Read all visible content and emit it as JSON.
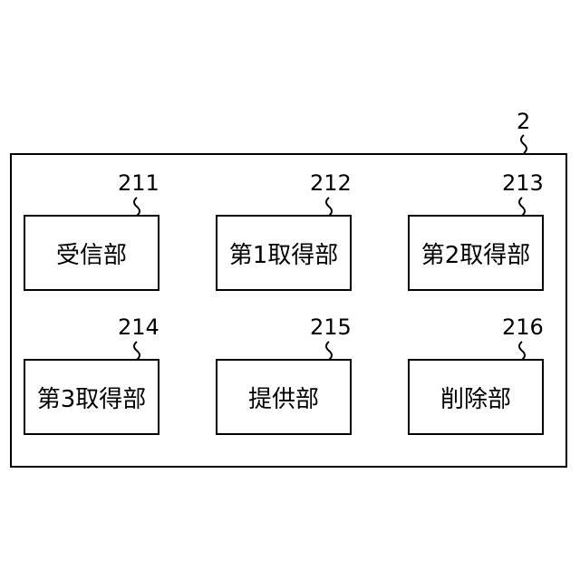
{
  "device": {
    "ref": "2"
  },
  "blocks": [
    {
      "label": "受信部",
      "ref": "211"
    },
    {
      "label": "第1取得部",
      "ref": "212"
    },
    {
      "label": "第2取得部",
      "ref": "213"
    },
    {
      "label": "第3取得部",
      "ref": "214"
    },
    {
      "label": "提供部",
      "ref": "215"
    },
    {
      "label": "削除部",
      "ref": "216"
    }
  ]
}
